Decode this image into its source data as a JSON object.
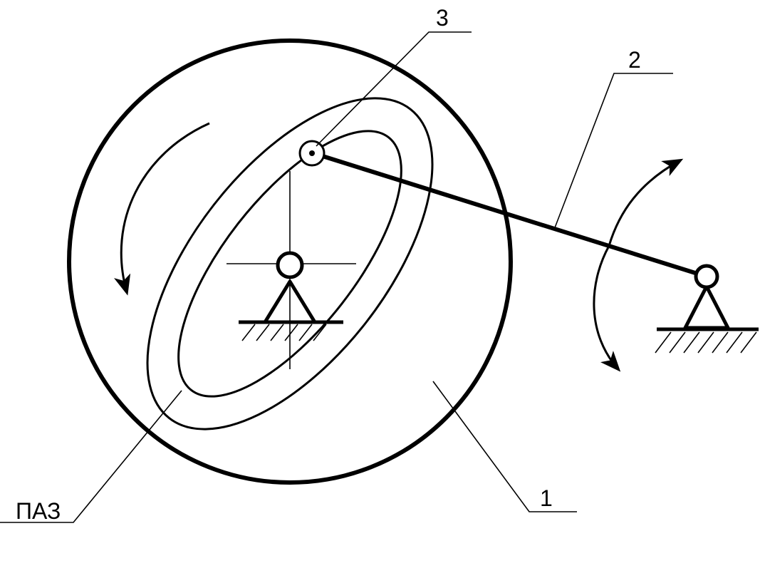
{
  "labels": {
    "cam": "1",
    "follower": "2",
    "roller": "3",
    "groove": "ПАЗ"
  },
  "colors": {
    "stroke": "#000000",
    "background": "#ffffff"
  }
}
